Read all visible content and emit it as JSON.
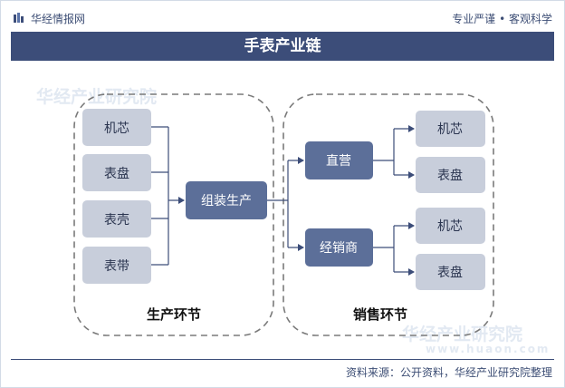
{
  "header": {
    "brand": "华经情报网",
    "slogan": "专业严谨 • 客观科学"
  },
  "title": "手表产业链",
  "production": {
    "group_label": "生产环节",
    "inputs": [
      "机芯",
      "表盘",
      "表壳",
      "表带"
    ],
    "assembly": "组装生产"
  },
  "sales": {
    "group_label": "销售环节",
    "channels": [
      {
        "label": "直营",
        "items": [
          "机芯",
          "表盘"
        ]
      },
      {
        "label": "经销商",
        "items": [
          "机芯",
          "表盘"
        ]
      }
    ]
  },
  "watermarks": {
    "cn": "华经产业研究院",
    "en": "www.huaon.com"
  },
  "footer": {
    "source": "资料来源：公开资料，华经产业研究院整理"
  },
  "colors": {
    "title_bar": "#3c4d79",
    "node_light": "#c8cedb",
    "node_dark": "#5c6f99",
    "connector": "#3c4d79",
    "group_border": "#7a7a7a"
  }
}
